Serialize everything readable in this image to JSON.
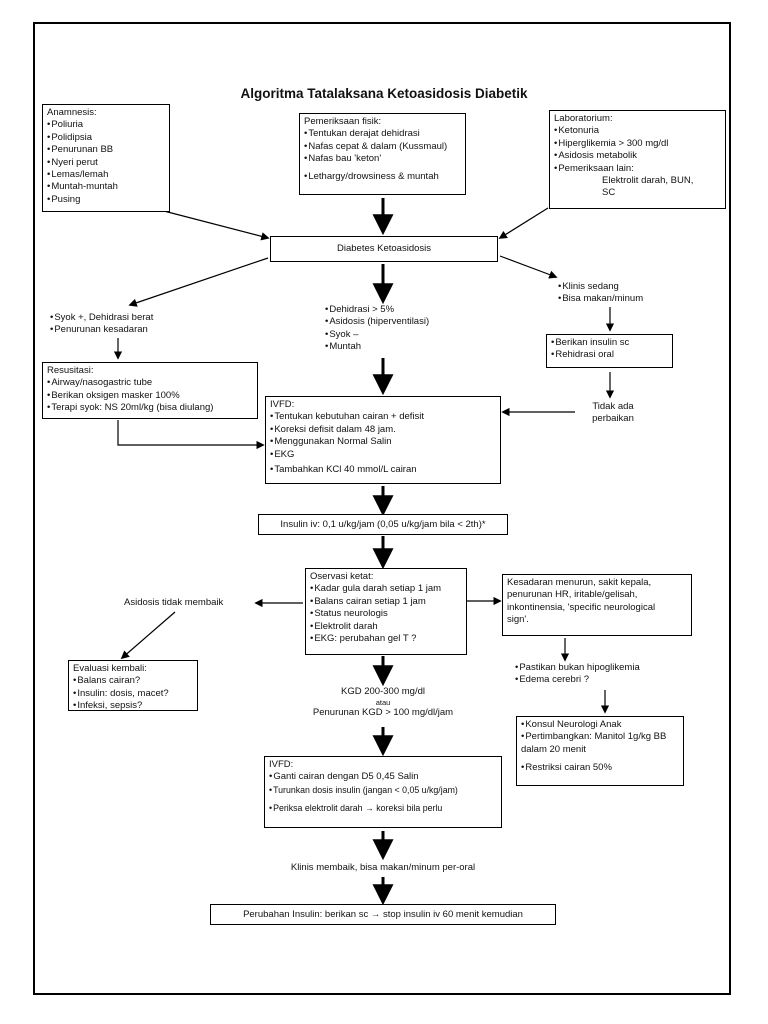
{
  "title": "Algoritma Tatalaksana Ketoasidosis Diabetik",
  "anamnesis": {
    "heading": "Anamnesis:",
    "items": [
      "Poliuria",
      "Polidipsia",
      "Penurunan BB",
      "Nyeri perut",
      "Lemas/lemah",
      "Muntah-muntah",
      "Pusing"
    ]
  },
  "fisik": {
    "heading": "Pemeriksaan fisik:",
    "items": [
      "Tentukan derajat dehidrasi",
      "Nafas cepat & dalam (Kussmaul)",
      "Nafas bau 'keton'",
      "Lethargy/drowsiness & muntah"
    ]
  },
  "lab": {
    "heading": "Laboratorium:",
    "items": [
      "Ketonuria",
      "Hiperglikemia > 300 mg/dl",
      "Asidosis metabolik",
      "Pemeriksaan lain:"
    ],
    "sub1": "Elektrolit darah, BUN,",
    "sub2": "SC"
  },
  "dka": "Diabetes Ketoasidosis",
  "left_cond": {
    "items": [
      "Syok +, Dehidrasi berat",
      "Penurunan kesadaran"
    ]
  },
  "mid_cond": {
    "items": [
      "Dehidrasi > 5%",
      "Asidosis (hiperventilasi)",
      "Syok –",
      "Muntah"
    ]
  },
  "right_cond": {
    "items": [
      "Klinis sedang",
      "Bisa makan/minum"
    ]
  },
  "resusitasi": {
    "heading": "Resusitasi:",
    "items": [
      "Airway/nasogastric tube",
      "Berikan oksigen masker 100%",
      "Terapi syok: NS 20ml/kg (bisa diulang)"
    ]
  },
  "oral": {
    "items": [
      "Berikan insulin sc",
      "Rehidrasi oral"
    ]
  },
  "tidak_ada": {
    "line1": "Tidak ada",
    "line2": "perbaikan"
  },
  "ivfd1": {
    "heading": "IVFD:",
    "items": [
      "Tentukan kebutuhan cairan + defisit",
      "Koreksi defisit dalam 48 jam.",
      "Menggunakan Normal Salin",
      "EKG",
      "Tambahkan KCl 40 mmol/L cairan"
    ]
  },
  "insulin": "Insulin iv: 0,1 u/kg/jam (0,05 u/kg/jam bila < 2th)*",
  "observasi": {
    "heading": "Oservasi ketat:",
    "items": [
      "Kadar gula darah setiap 1 jam",
      "Balans cairan setiap 1 jam",
      "Status neurologis",
      "Elektrolit darah",
      "EKG: perubahan gel T ?"
    ]
  },
  "asidosis": "Asidosis tidak membaik",
  "evaluasi": {
    "heading": "Evaluasi kembali:",
    "items": [
      "Balans cairan?",
      "Insulin: dosis, macet?",
      "Infeksi, sepsis?"
    ]
  },
  "kesadaran": {
    "line1": "Kesadaran menurun, sakit kepala,",
    "line2": "penurunan HR, iritable/gelisah,",
    "line3": "inkontinensia, 'specific neurological",
    "line4": "sign'."
  },
  "pastikan": {
    "items": [
      "Pastikan bukan hipoglikemia",
      "Edema cerebri ?"
    ]
  },
  "konsul": {
    "items": [
      "Konsul Neurologi Anak",
      "Pertimbangkan: Manitol 1g/kg BB",
      "Restriksi cairan 50%"
    ],
    "cont": "dalam 20 menit"
  },
  "kgd": {
    "line1": "KGD 200-300 mg/dl",
    "line2": "atau",
    "line3": "Penurunan KGD > 100 mg/dl/jam"
  },
  "ivfd2": {
    "heading": "IVFD:",
    "items": [
      "Ganti cairan dengan D5 0,45 Salin",
      "Turunkan dosis insulin (jangan < 0,05 u/kg/jam)",
      "Periksa elektrolit darah → koreksi bila perlu"
    ]
  },
  "klinis": "Klinis membaik, bisa makan/minum per-oral",
  "perubahan": "Perubahan Insulin: berikan sc → stop insulin iv 60 menit kemudian"
}
